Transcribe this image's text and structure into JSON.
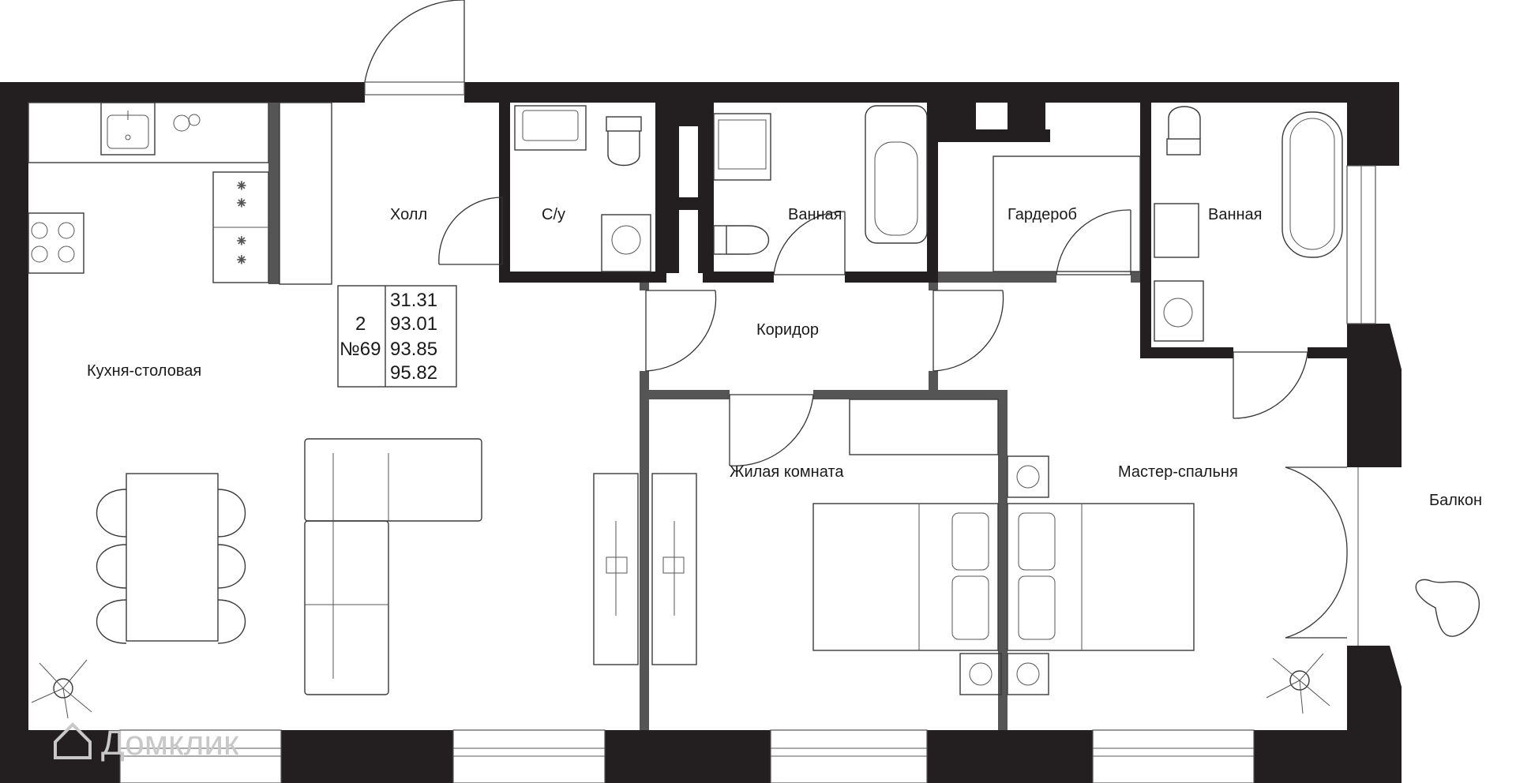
{
  "apartment": {
    "rooms_count": "2",
    "number": "№69",
    "areas": [
      "31.31",
      "93.01",
      "93.85",
      "95.82"
    ]
  },
  "rooms": {
    "kitchen": "Кухня-столовая",
    "hall": "Холл",
    "wc": "С/у",
    "bathroom_1": "Ванная",
    "wardrobe": "Гардероб",
    "bathroom_2": "Ванная",
    "corridor": "Коридор",
    "living_room": "Жилая комната",
    "master_bedroom": "Мастер-спальня",
    "balcony": "Балкон"
  },
  "watermark": "Домклик",
  "colors": {
    "wall": "#231f20",
    "partition": "#555555",
    "line": "#3a3a3a",
    "watermark": "#c8c8c8"
  }
}
